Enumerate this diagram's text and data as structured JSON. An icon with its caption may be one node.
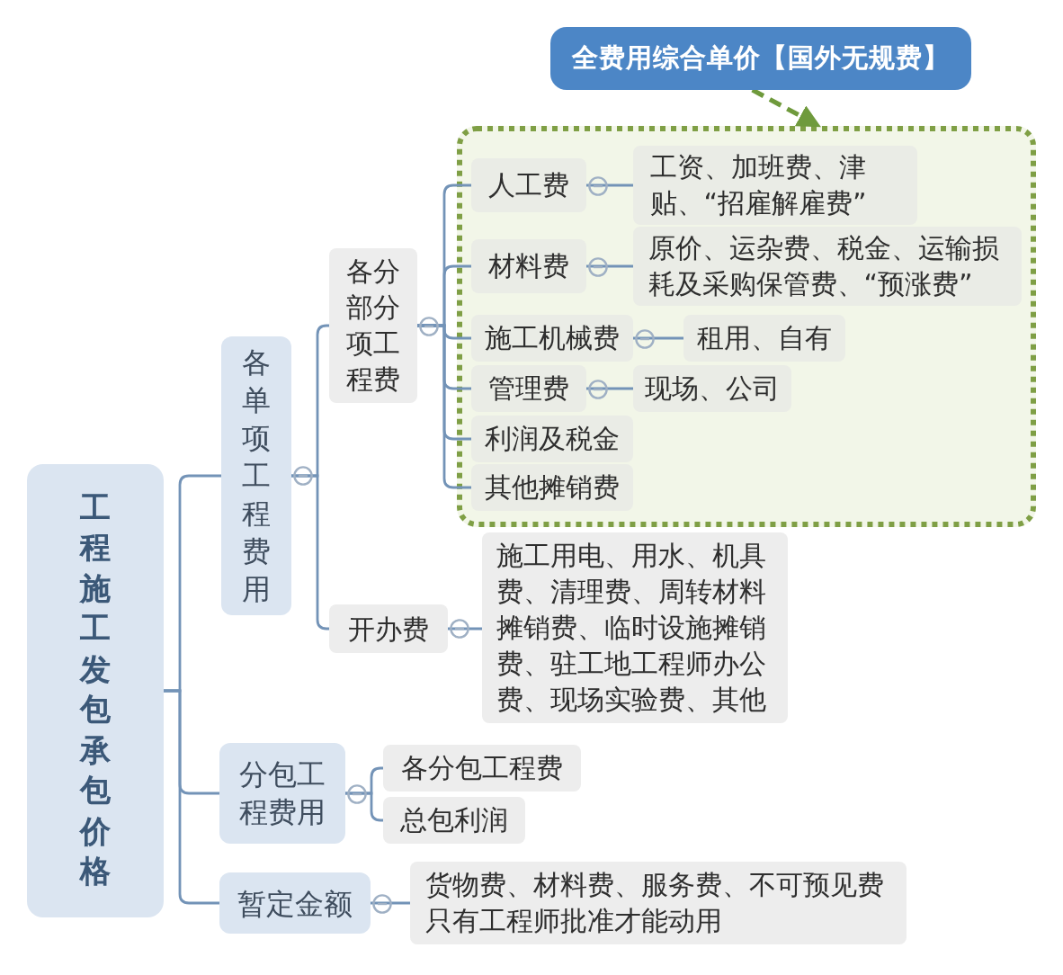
{
  "diagram": {
    "nodes": [
      {
        "text": [
          "工程施工发包承包价格"
        ]
      },
      {
        "text": [
          "各单项工程费用"
        ]
      },
      {
        "text": [
          "各分部分项工程费"
        ]
      },
      {
        "text": [
          "全费用综合单价【国外无规费】"
        ]
      },
      {
        "text": [],
        "shape": "box"
      },
      {
        "text": [
          "人工费"
        ],
        "in": 4
      },
      {
        "text": [
          "工资、加班费、津贴、“招雇解雇费”"
        ],
        "in": 4
      },
      {
        "text": [
          "材料费"
        ],
        "in": 4
      },
      {
        "text": [
          "原价、运杂费、税金、运输损耗及采购保管费、“预涨费”"
        ],
        "in": 4
      },
      {
        "text": [
          "施工机械费"
        ],
        "in": 4
      },
      {
        "text": [
          "租用、自有"
        ],
        "in": 4
      },
      {
        "text": [
          "管理费"
        ],
        "in": 4
      },
      {
        "text": [
          "现场、公司"
        ],
        "in": 4
      },
      {
        "text": [
          "利润及税金"
        ],
        "in": 4
      },
      {
        "text": [
          "其他摊销费"
        ],
        "in": 4
      },
      {
        "text": [
          "开办费"
        ]
      },
      {
        "text": [
          "施工用电、用水、机具费、清理费、周转材料摊销费、临时设施摊销费、驻工地工程师办公费、现场实验费、其他"
        ]
      },
      {
        "text": [
          "分包工程费用"
        ]
      },
      {
        "text": [
          "各分包工程费"
        ]
      },
      {
        "text": [
          "总包利润"
        ]
      },
      {
        "text": [
          "暂定金额"
        ]
      },
      {
        "text": [
          "货物费、材料费、服务费、不可预见费只有工程师批准才能动用"
        ]
      }
    ],
    "edges": [
      {
        "from": 0,
        "to": 1,
        "arrow": "none"
      },
      {
        "from": 0,
        "to": 17,
        "arrow": "none"
      },
      {
        "from": 0,
        "to": 20,
        "arrow": "none"
      },
      {
        "from": 1,
        "to": 2,
        "arrow": "none"
      },
      {
        "from": 1,
        "to": 15,
        "arrow": "none"
      },
      {
        "from": 2,
        "to": 5,
        "arrow": "none"
      },
      {
        "from": 2,
        "to": 7,
        "arrow": "none"
      },
      {
        "from": 2,
        "to": 9,
        "arrow": "none"
      },
      {
        "from": 2,
        "to": 11,
        "arrow": "none"
      },
      {
        "from": 2,
        "to": 13,
        "arrow": "none"
      },
      {
        "from": 2,
        "to": 14,
        "arrow": "none"
      },
      {
        "from": 5,
        "to": 6,
        "arrow": "none"
      },
      {
        "from": 7,
        "to": 8,
        "arrow": "none"
      },
      {
        "from": 9,
        "to": 10,
        "arrow": "none"
      },
      {
        "from": 11,
        "to": 12,
        "arrow": "none"
      },
      {
        "from": 15,
        "to": 16,
        "arrow": "none"
      },
      {
        "from": 17,
        "to": 18,
        "arrow": "none"
      },
      {
        "from": 17,
        "to": 19,
        "arrow": "none"
      },
      {
        "from": 20,
        "to": 21,
        "arrow": "none"
      },
      {
        "from": 3,
        "to": 4,
        "arrow": "to",
        "style": "dashed",
        "color": "#6f9a3c"
      }
    ]
  }
}
